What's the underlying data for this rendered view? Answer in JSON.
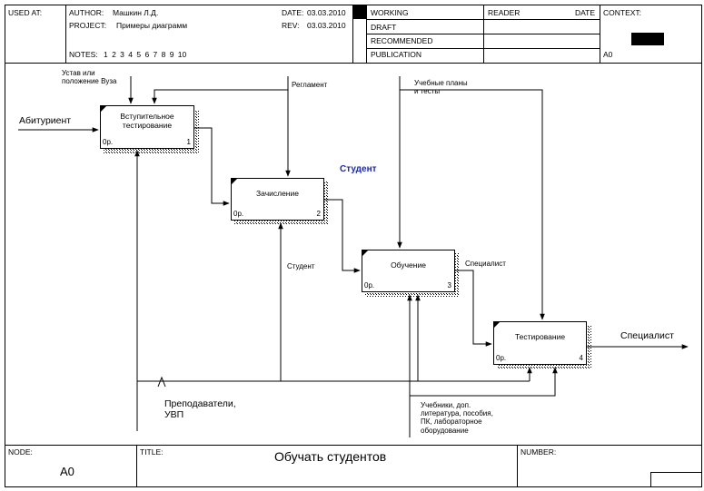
{
  "header": {
    "used_at_label": "USED AT:",
    "author_label": "AUTHOR:",
    "author_value": "Машкин Л.Д.",
    "project_label": "PROJECT:",
    "project_value": "Примеры диаграмм",
    "notes_label": "NOTES:",
    "notes_numbers": "1 2 3 4 5 6 7 8 9 10",
    "date_label": "DATE:",
    "date_value": "03.03.2010",
    "rev_label": "REV:",
    "rev_value": "03.03.2010",
    "status": [
      "WORKING",
      "DRAFT",
      "RECOMMENDED",
      "PUBLICATION"
    ],
    "reader_label": "READER",
    "reader_date_label": "DATE",
    "context_label": "CONTEXT:",
    "context_node": "A0"
  },
  "activities": [
    {
      "title": "Вступительное\nтестирование",
      "cost": "0р.",
      "number": "1"
    },
    {
      "title": "Зачисление",
      "cost": "0р.",
      "number": "2"
    },
    {
      "title": "Обучение",
      "cost": "0р.",
      "number": "3"
    },
    {
      "title": "Тестирование",
      "cost": "0р.",
      "number": "4"
    }
  ],
  "arrow_labels": {
    "ustav": "Устав или\nположение Вуза",
    "reglament": "Регламент",
    "plans": "Учебные планы\nи тесты",
    "abiturient": "Абитуриент",
    "student_blue": "Студент",
    "student": "Студент",
    "specialist_mid": "Специалист",
    "specialist_out": "Специалист",
    "teachers": "Преподаватели,\nУВП",
    "resources": "Учебники, доп.\nлитература, пособия,\nПК, лабораторное\nоборудование"
  },
  "footer": {
    "node_label": "NODE:",
    "node_value": "A0",
    "title_label": "TITLE:",
    "title_value": "Обучать студентов",
    "number_label": "NUMBER:"
  }
}
